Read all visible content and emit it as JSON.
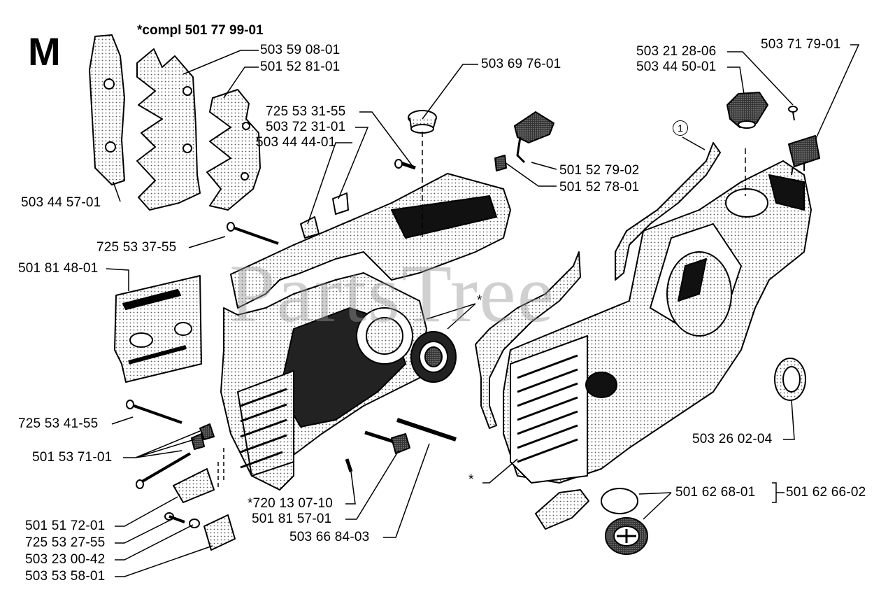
{
  "section_letter": "M",
  "compl_note": "*compl 501 77 99-01",
  "watermark": "PartsTree",
  "callout_circle": "1",
  "labels": {
    "l_503_59_08": "503 59 08-01",
    "l_501_52_81": "501 52 81-01",
    "l_503_44_57": "503 44 57-01",
    "l_725_53_31": "725 53 31-55",
    "l_503_72_31": "503 72 31-01",
    "l_503_44_44": "503 44 44-01",
    "l_503_69_76": "503 69 76-01",
    "l_501_52_79": "501 52 79-02",
    "l_501_52_78": "501 52 78-01",
    "l_503_21_28": "503 21 28-06",
    "l_503_71_79": "503 71 79-01",
    "l_503_44_50": "503 44 50-01",
    "l_725_53_37": "725 53 37-55",
    "l_501_81_48": "501 81 48-01",
    "l_star_bearing": "*",
    "l_725_53_41": "725 53 41-55",
    "l_501_53_71": "501 53 71-01",
    "l_720_13_07": "*720 13 07-10",
    "l_501_81_57": "501 81 57-01",
    "l_503_66_84": "503 66 84-03",
    "l_501_51_72": "501 51 72-01",
    "l_725_53_27": "725 53 27-55",
    "l_503_23_00": "503 23 00-42",
    "l_503_53_58": "503 53 58-01",
    "l_503_26_02": "503 26 02-04",
    "l_star_gasket": "*",
    "l_501_62_68": "501 62 68-01",
    "l_501_62_66": "501 62 66-02"
  }
}
